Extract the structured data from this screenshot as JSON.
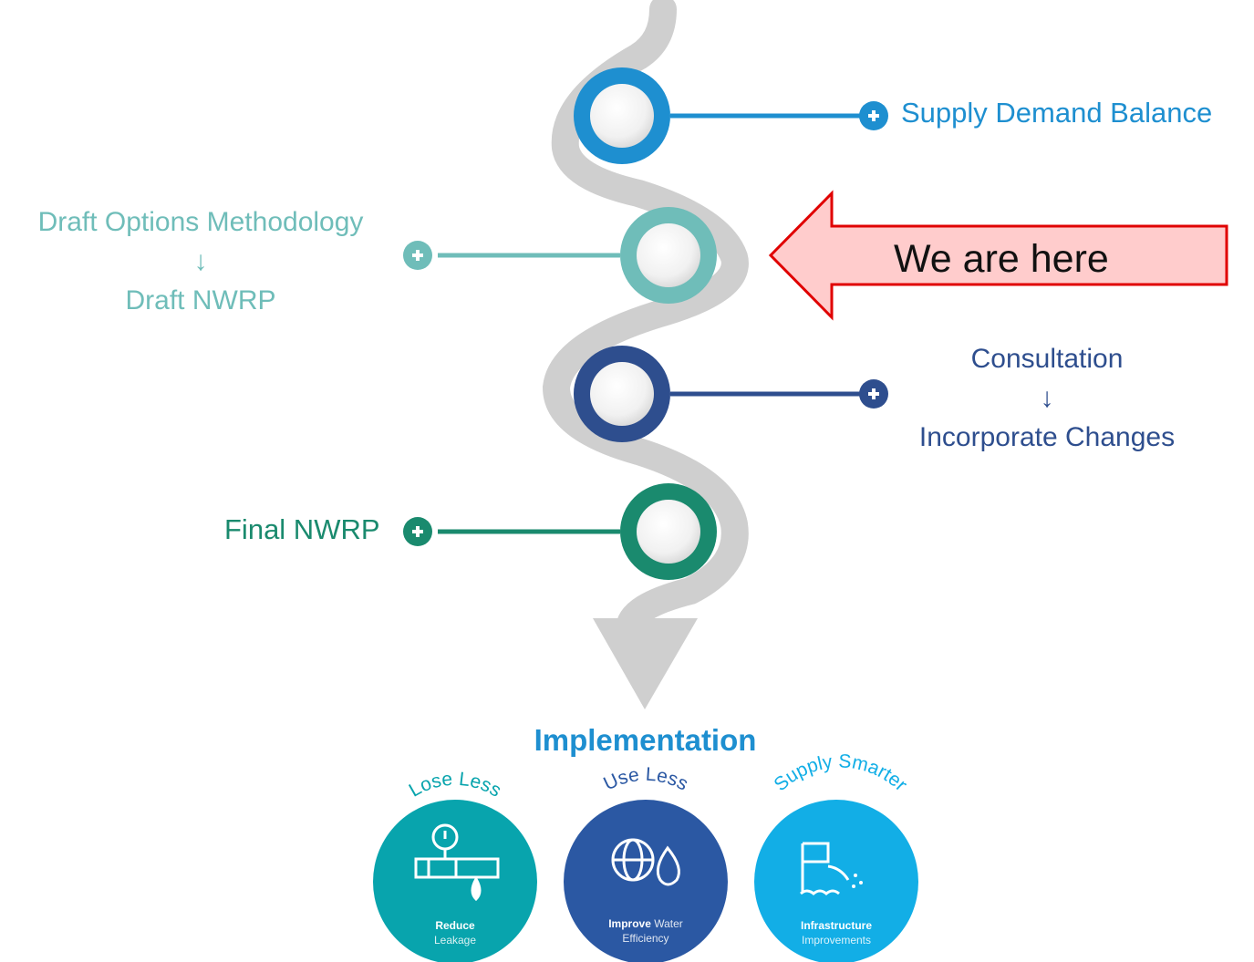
{
  "stages": [
    {
      "label": "Supply Demand Balance",
      "color": "#1e8fd0"
    },
    {
      "line1": "Draft Options Methodology",
      "arrow": "↓",
      "line2": "Draft NWRP",
      "color": "#6fbdb9"
    },
    {
      "line1": "Consultation",
      "arrow": "↓",
      "line2": "Incorporate Changes",
      "color": "#2e4e8e"
    },
    {
      "label": "Final NWRP",
      "color": "#1a8a6e"
    }
  ],
  "callout": {
    "text": "We are here",
    "fill": "#ffcccc",
    "stroke": "#e00000"
  },
  "implementation": {
    "title": "Implementation",
    "badges": [
      {
        "arc_text": "Lose Less",
        "title": "Reduce",
        "subtitle": "Leakage",
        "color": "#08a4ad",
        "icon": "pipe-gauge-icon"
      },
      {
        "arc_text": "Use Less",
        "title": "Improve",
        "title_rest": " Water",
        "subtitle": "Efficiency",
        "color": "#2b58a3",
        "icon": "globe-droplet-icon"
      },
      {
        "arc_text": "Supply Smarter",
        "title": "Infrastructure",
        "subtitle": "Improvements",
        "color": "#12aee6",
        "icon": "reservoir-outlet-icon"
      }
    ]
  }
}
